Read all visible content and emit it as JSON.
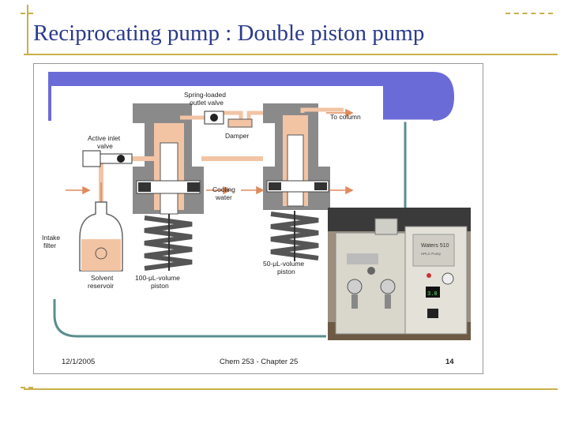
{
  "slide": {
    "title": "Reciprocating pump : Double piston pump",
    "footer": {
      "date": "12/1/2005",
      "course": "Chem 253 - Chapter 25",
      "page_number": "14"
    }
  },
  "diagram": {
    "labels": {
      "spring_loaded_outlet_valve_line1": "Spring-loaded",
      "spring_loaded_outlet_valve_line2": "outlet valve",
      "to_column": "To column",
      "active_inlet_valve_line1": "Active inlet",
      "active_inlet_valve_line2": "valve",
      "damper": "Damper",
      "cooling_water_line1": "Cooling",
      "cooling_water_line2": "water",
      "intake_filter_line1": "Intake",
      "intake_filter_line2": "filter",
      "solvent_reservoir_line1": "Solvent",
      "solvent_reservoir_line2": "reservoir",
      "piston_100_line1": "100-μL-volume",
      "piston_100_line2": "piston",
      "piston_50_line1": "50-μL-volume",
      "piston_50_line2": "piston"
    },
    "colors": {
      "fluid": "#f2c4a4",
      "housing": "#8a8a8a",
      "housing_dark": "#555555",
      "arrow": "#e08a5c"
    }
  },
  "photo": {
    "panel_text": "Waters 510",
    "subtext": "HPLC Pump",
    "display_value": "3.0"
  },
  "theme": {
    "title_color": "#2b3a8c",
    "accent_gold": "#c8b04a",
    "shape_blue": "#6b6bd8",
    "shape_teal": "#5a8e8e"
  }
}
